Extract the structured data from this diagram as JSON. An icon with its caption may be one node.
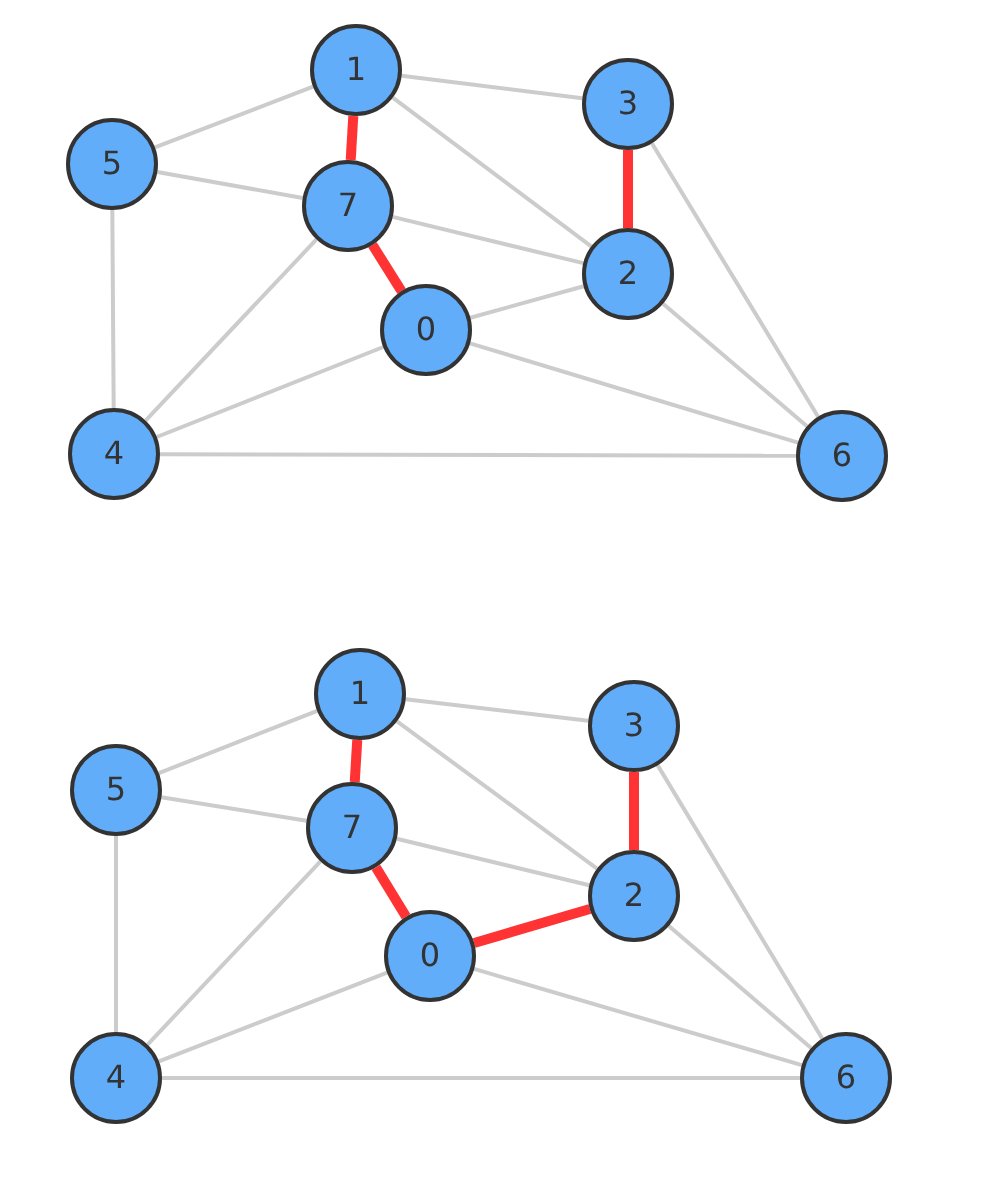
{
  "diagram": {
    "nodes": [
      {
        "text": [
          "1"
        ]
      },
      {
        "text": [
          "3"
        ]
      },
      {
        "text": [
          "5"
        ]
      },
      {
        "text": [
          "7"
        ]
      },
      {
        "text": [
          "2"
        ]
      },
      {
        "text": [
          "0"
        ]
      },
      {
        "text": [
          "4"
        ]
      },
      {
        "text": [
          "6"
        ]
      },
      {
        "text": [
          "1"
        ]
      },
      {
        "text": [
          "3"
        ]
      },
      {
        "text": [
          "5"
        ]
      },
      {
        "text": [
          "7"
        ]
      },
      {
        "text": [
          "2"
        ]
      },
      {
        "text": [
          "0"
        ]
      },
      {
        "text": [
          "4"
        ]
      },
      {
        "text": [
          "6"
        ]
      }
    ],
    "edges": [
      {
        "from": 0,
        "to": 2,
        "arrow": "none"
      },
      {
        "from": 0,
        "to": 1,
        "arrow": "none"
      },
      {
        "from": 0,
        "to": 4,
        "arrow": "none"
      },
      {
        "from": 0,
        "to": 3,
        "arrow": "none",
        "style": "thick",
        "color": "#ff3333"
      },
      {
        "from": 2,
        "to": 3,
        "arrow": "none"
      },
      {
        "from": 2,
        "to": 6,
        "arrow": "none"
      },
      {
        "from": 3,
        "to": 4,
        "arrow": "none"
      },
      {
        "from": 3,
        "to": 5,
        "arrow": "none",
        "style": "thick",
        "color": "#ff3333"
      },
      {
        "from": 3,
        "to": 6,
        "arrow": "none"
      },
      {
        "from": 1,
        "to": 4,
        "arrow": "none",
        "style": "thick",
        "color": "#ff3333"
      },
      {
        "from": 1,
        "to": 7,
        "arrow": "none"
      },
      {
        "from": 4,
        "to": 5,
        "arrow": "none"
      },
      {
        "from": 4,
        "to": 7,
        "arrow": "none"
      },
      {
        "from": 5,
        "to": 6,
        "arrow": "none"
      },
      {
        "from": 5,
        "to": 7,
        "arrow": "none"
      },
      {
        "from": 6,
        "to": 7,
        "arrow": "none"
      },
      {
        "from": 8,
        "to": 10,
        "arrow": "none"
      },
      {
        "from": 8,
        "to": 9,
        "arrow": "none"
      },
      {
        "from": 8,
        "to": 12,
        "arrow": "none"
      },
      {
        "from": 8,
        "to": 11,
        "arrow": "none",
        "style": "thick",
        "color": "#ff3333"
      },
      {
        "from": 10,
        "to": 11,
        "arrow": "none"
      },
      {
        "from": 10,
        "to": 14,
        "arrow": "none"
      },
      {
        "from": 11,
        "to": 12,
        "arrow": "none"
      },
      {
        "from": 11,
        "to": 13,
        "arrow": "none",
        "style": "thick",
        "color": "#ff3333"
      },
      {
        "from": 11,
        "to": 14,
        "arrow": "none"
      },
      {
        "from": 9,
        "to": 12,
        "arrow": "none",
        "style": "thick",
        "color": "#ff3333"
      },
      {
        "from": 9,
        "to": 15,
        "arrow": "none"
      },
      {
        "from": 12,
        "to": 13,
        "arrow": "none",
        "style": "thick",
        "color": "#ff3333"
      },
      {
        "from": 12,
        "to": 15,
        "arrow": "none"
      },
      {
        "from": 13,
        "to": 14,
        "arrow": "none"
      },
      {
        "from": 13,
        "to": 15,
        "arrow": "none"
      },
      {
        "from": 14,
        "to": 15,
        "arrow": "none"
      }
    ]
  }
}
